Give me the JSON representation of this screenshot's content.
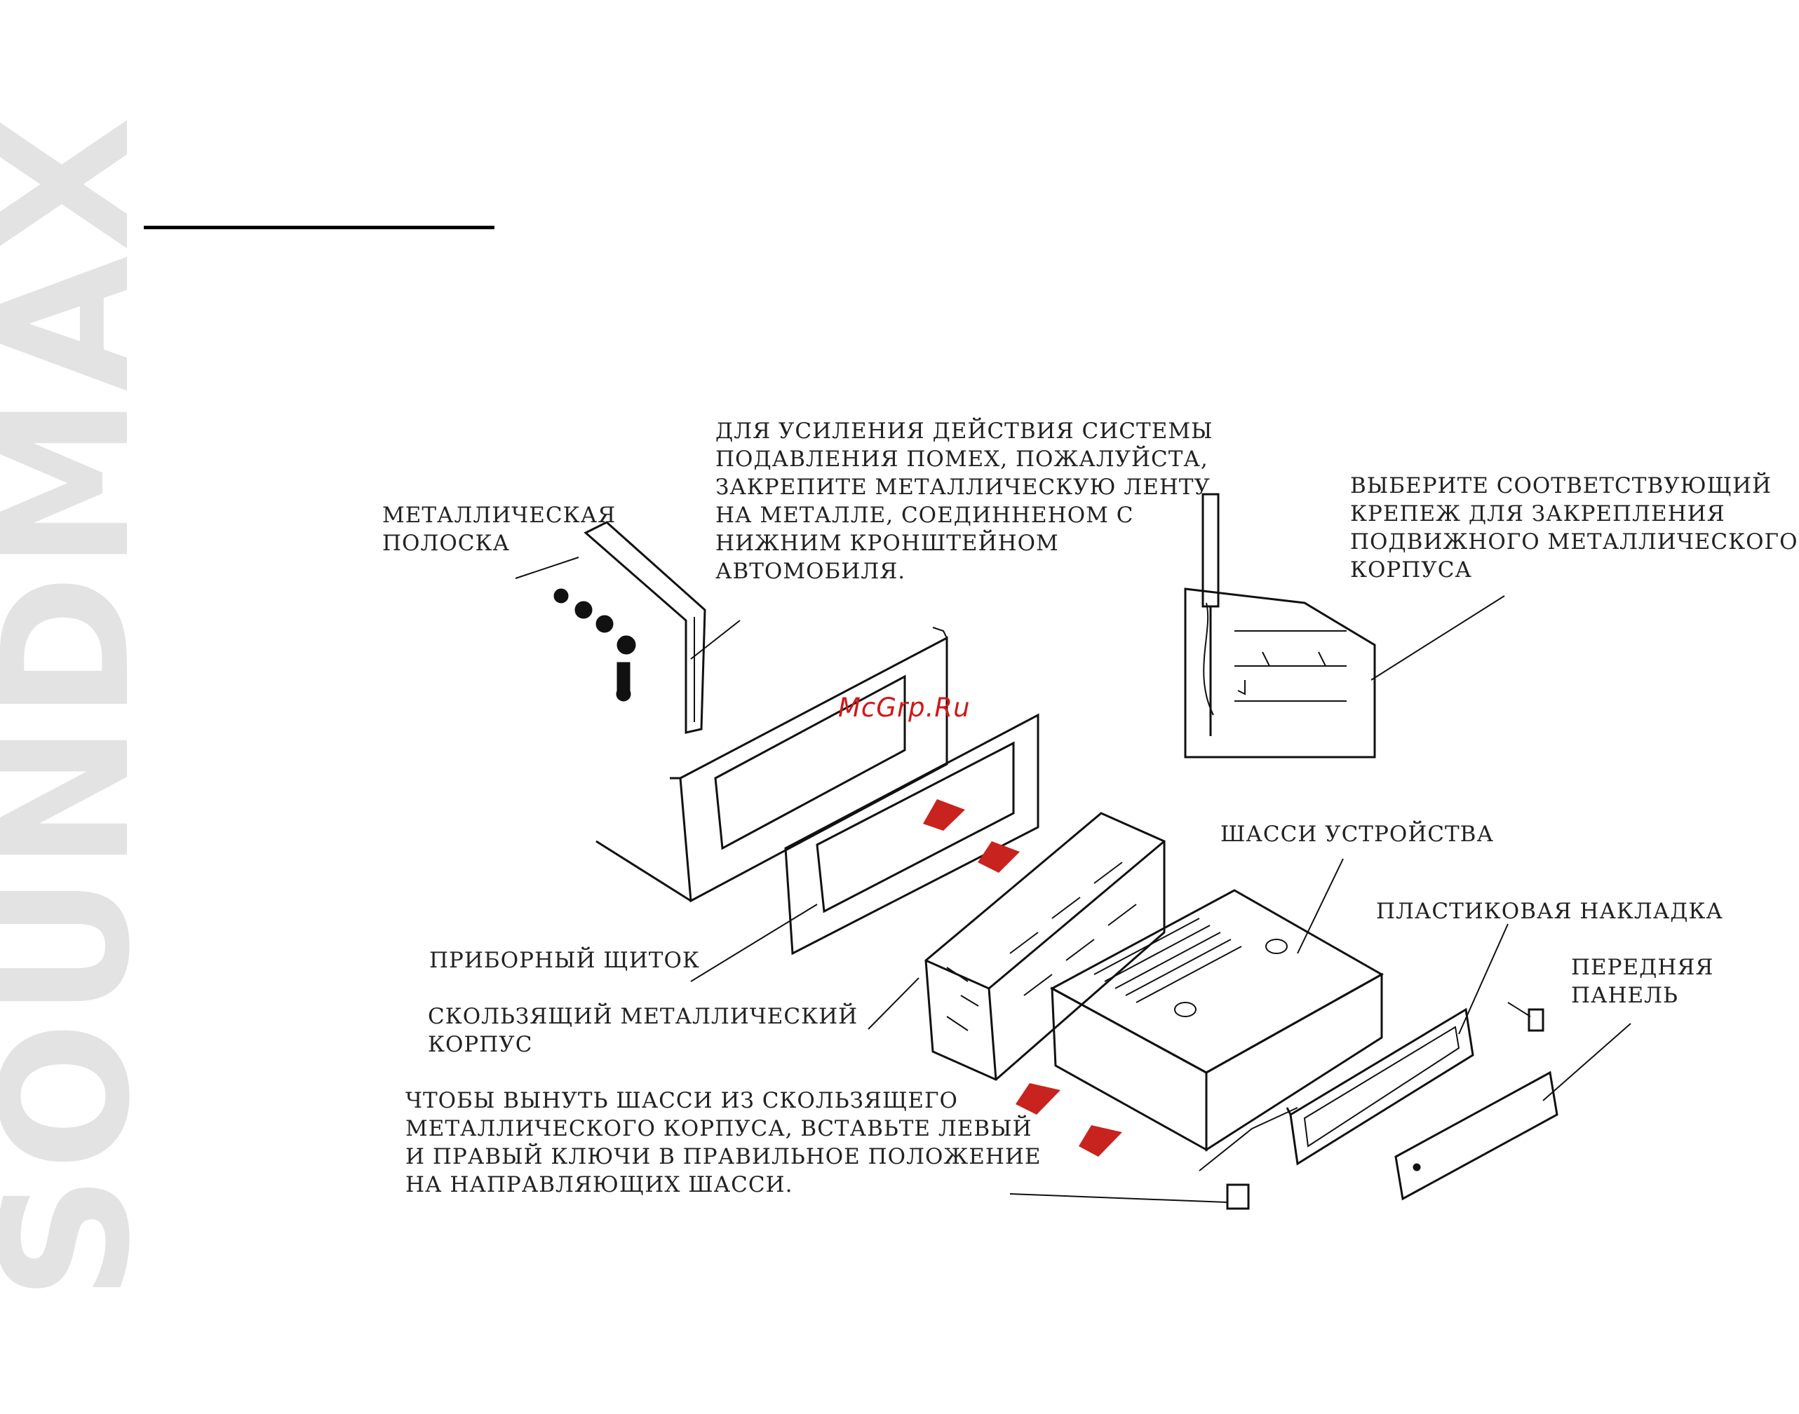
{
  "brand": "SOUNDMAX",
  "watermark": "McGrp.Ru",
  "labels": {
    "interference": "ДЛЯ УСИЛЕНИЯ ДЕЙСТВИЯ СИСТЕМЫ\nПОДАВЛЕНИЯ ПОМЕХ, ПОЖАЛУЙСТА,\nЗАКРЕПИТЕ МЕТАЛЛИЧЕСКУЮ ЛЕНТУ\nНА МЕТАЛЛЕ, СОЕДИННЕНОМ С\nНИЖНИМ КРОНШТЕЙНОМ\nАВТОМОБИЛЯ.",
    "metal_strip": "МЕТАЛЛИЧЕСКАЯ\nПОЛОСКА",
    "fastener": "ВЫБЕРИТЕ СООТВЕТСТВУЮЩИЙ\nКРЕПЕЖ ДЛЯ ЗАКРЕПЛЕНИЯ\nПОДВИЖНОГО МЕТАЛЛИЧЕСКОГО\nКОРПУСА",
    "chassis": "ШАССИ УСТРОЙСТВА",
    "plastic_trim": "ПЛАСТИКОВАЯ НАКЛАДКА",
    "front_panel": "ПЕРЕДНЯЯ\nПАНЕЛЬ",
    "dashboard": "ПРИБОРНЫЙ ЩИТОК",
    "sliding_case": "СКОЛЬЗЯЩИЙ МЕТАЛЛИЧЕСКИЙ\nКОРПУС",
    "remove_chassis": "ЧТОБЫ ВЫНУТЬ ШАССИ ИЗ СКОЛЬЗЯЩЕГО\nМЕТАЛЛИЧЕСКОГО КОРПУСА, ВСТАВЬТЕ ЛЕВЫЙ\nИ ПРАВЫЙ КЛЮЧИ В ПРАВИЛЬНОЕ ПОЛОЖЕНИЕ\nНА НАПРАВЛЯЮЩИХ ШАССИ."
  },
  "colors": {
    "arrow": "#c8231e",
    "brand": "#e3e3e3"
  }
}
